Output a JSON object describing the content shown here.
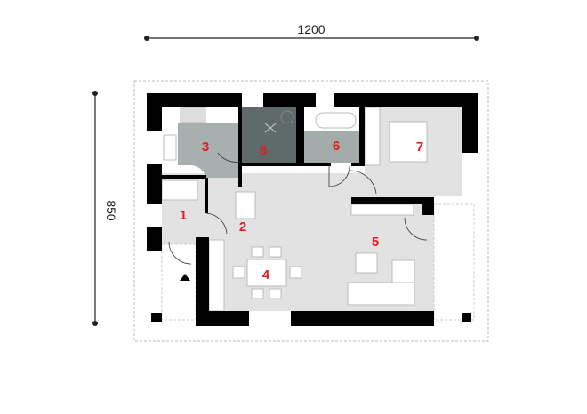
{
  "dimensions": {
    "width": "1200",
    "height": "850"
  },
  "rooms": [
    {
      "number": "1"
    },
    {
      "number": "2"
    },
    {
      "number": "3"
    },
    {
      "number": "4"
    },
    {
      "number": "5"
    },
    {
      "number": "6"
    },
    {
      "number": "7"
    },
    {
      "number": "8"
    }
  ],
  "colors": {
    "label": "#e41c1c",
    "wall": "#000000",
    "floor_light": "#e2e2e2",
    "kitchen": "#a7afaf",
    "boiler_room": "#5f6b6b",
    "bathroom": "#a3abab"
  }
}
